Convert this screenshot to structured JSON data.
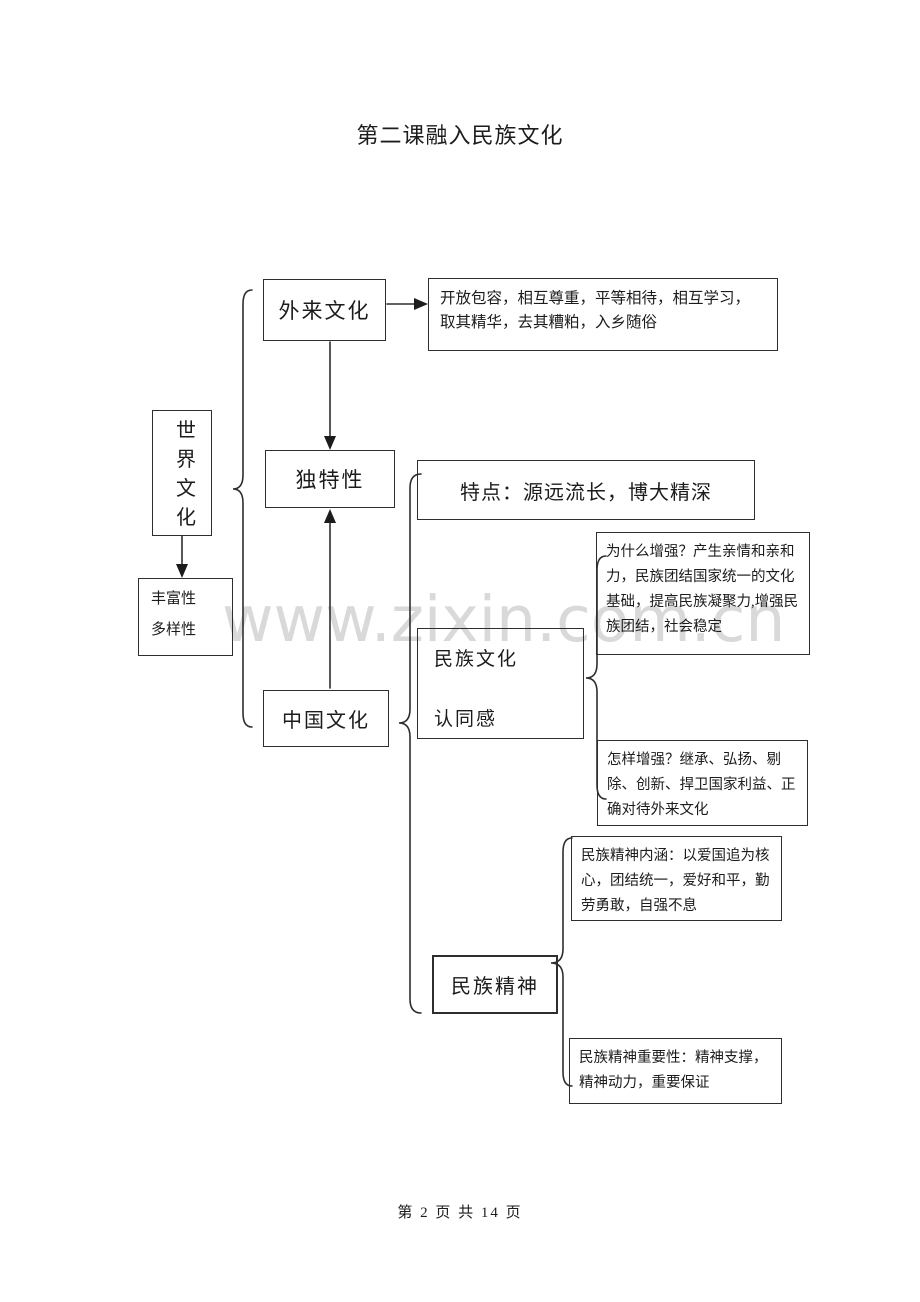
{
  "page": {
    "title": "第二课融入民族文化",
    "watermark": "www.zixin.com.cn",
    "footer": "第 2 页 共 14 页"
  },
  "colors": {
    "ink": "#1c1c1c",
    "box_border": "#2e2e2e",
    "watermark_gray": "#d9d9d9",
    "background": "#ffffff"
  },
  "nodes": {
    "world_culture": {
      "label": "世\n界\n文\n化"
    },
    "richness": {
      "text": "丰富性\n多样性"
    },
    "foreign_culture": {
      "label": "外来文化"
    },
    "foreign_culture_detail": {
      "text": "开放包容，相互尊重，平等相待，相互学习，取其精华，去其糟粕，入乡随俗"
    },
    "uniqueness": {
      "label": "独特性"
    },
    "chinese_culture": {
      "label": "中国文化"
    },
    "characteristics": {
      "text": "特点：源远流长，博大精深"
    },
    "culture_identity": {
      "line1": "民族文化",
      "line2": "认同感"
    },
    "why_strengthen": {
      "text": "为什么增强？产生亲情和亲和力，民族团结国家统一的文化基础，提高民族凝聚力,增强民族团结，社会稳定"
    },
    "how_strengthen": {
      "text": "怎样增强？继承、弘扬、剔除、创新、捍卫国家利益、正确对待外来文化"
    },
    "national_spirit": {
      "label": "民族精神"
    },
    "spirit_connotation": {
      "text": "民族精神内涵：以爱国追为核心，团结统一，爱好和平，勤劳勇敢，自强不息"
    },
    "spirit_importance": {
      "text": "民族精神重要性：精神支撑，精神动力，重要保证"
    }
  }
}
